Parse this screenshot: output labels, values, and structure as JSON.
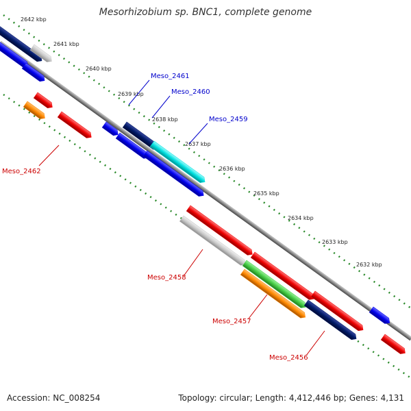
{
  "title": "Mesorhizobium sp. BNC1, complete genome",
  "footer": {
    "accession": "Accession: NC_008254",
    "summary": "Topology: circular; Length: 4,412,446 bp; Genes: 4,131"
  },
  "ticks": [
    {
      "label": "2642 kbp"
    },
    {
      "label": "2641 kbp"
    },
    {
      "label": "2640 kbp"
    },
    {
      "label": "2639 kbp"
    },
    {
      "label": "2638 kbp"
    },
    {
      "label": "2637 kbp"
    },
    {
      "label": "2636 kbp"
    },
    {
      "label": "2635 kbp"
    },
    {
      "label": "2634 kbp"
    },
    {
      "label": "2633 kbp"
    },
    {
      "label": "2632 kbp"
    }
  ],
  "gene_labels": [
    {
      "text": "Meso_2461",
      "color": "#0000cc"
    },
    {
      "text": "Meso_2460",
      "color": "#0000cc"
    },
    {
      "text": "Meso_2459",
      "color": "#0000cc"
    },
    {
      "text": "Meso_2462",
      "color": "#cc0000"
    },
    {
      "text": "Meso_2458",
      "color": "#cc0000"
    },
    {
      "text": "Meso_2457",
      "color": "#cc0000"
    },
    {
      "text": "Meso_2456",
      "color": "#cc0000"
    }
  ],
  "feature_colors": {
    "navy": "#001a66",
    "blue": "#0000ee",
    "gray": "#c8c8c8",
    "cyan": "#00e0e0",
    "red": "#ee0000",
    "orange": "#ff8800",
    "green": "#44cc44",
    "backbone": "#888888",
    "tick": "#2a8a2a"
  }
}
